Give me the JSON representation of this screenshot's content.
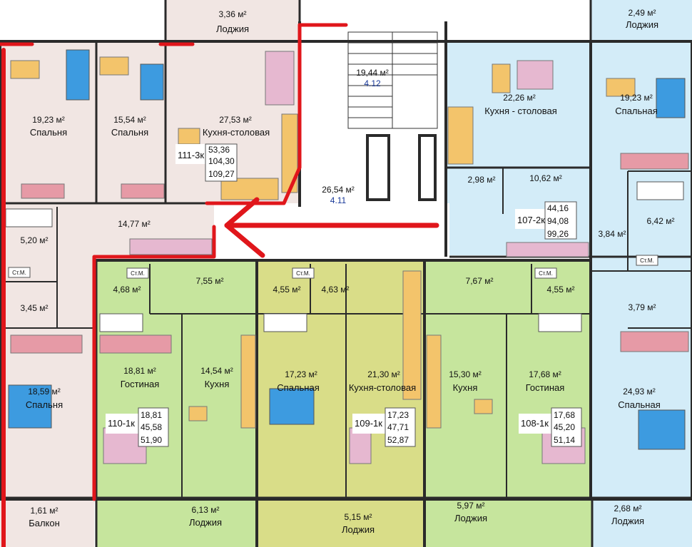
{
  "colors": {
    "beige": "#f1e6e3",
    "blue": "#d3ecf8",
    "green": "#c6e59d",
    "olive": "#d9dd88",
    "wall": "#2a2a2a",
    "route": "#e0161b"
  },
  "rooms": {
    "loggia_top_left": {
      "area": "3,36 м²",
      "name": "Лоджия"
    },
    "bed_1923_left": {
      "area": "19,23 м²",
      "name": "Спальня"
    },
    "bed_1554": {
      "area": "15,54 м²",
      "name": "Спальня"
    },
    "kitchen_2753": {
      "area": "27,53 м²",
      "name": "Кухня-столовая"
    },
    "stair_1944": {
      "area": "19,44 м²",
      "code": "4.12"
    },
    "kitchen_2226": {
      "area": "22,26 м²",
      "name": "Кухня - столовая"
    },
    "loggia_top_right": {
      "area": "2,49 м²",
      "name": "Лоджия"
    },
    "bed_1923_right": {
      "area": "19,23 м²",
      "name": "Спальная"
    },
    "bath_298": {
      "area": "2,98 м²"
    },
    "hall_1062": {
      "area": "10,62 м²"
    },
    "corridor_2654": {
      "area": "26,54 м²",
      "code": "4.11"
    },
    "hall_1477": {
      "area": "14,77 м²"
    },
    "bath_520": {
      "area": "5,20 м²"
    },
    "wc_345": {
      "area": "3,45 м²"
    },
    "bed_1859": {
      "area": "18,59 м²",
      "name": "Спальня"
    },
    "balcony_161": {
      "area": "1,61 м²",
      "name": "Балкон"
    },
    "bath_642": {
      "area": "6,42 м²"
    },
    "hall_384": {
      "area": "3,84 м²"
    },
    "wc_379": {
      "area": "3,79 м²"
    },
    "bed_2493": {
      "area": "24,93 м²",
      "name": "Спальная"
    },
    "loggia_268": {
      "area": "2,68 м²",
      "name": "Лоджия"
    },
    "bath_468": {
      "area": "4,68 м²"
    },
    "hall_755": {
      "area": "7,55 м²"
    },
    "living_1881": {
      "area": "18,81 м²",
      "name": "Гостиная"
    },
    "kitchen_1454": {
      "area": "14,54 м²",
      "name": "Кухня"
    },
    "loggia_613": {
      "area": "6,13 м²",
      "name": "Лоджия"
    },
    "bath_455a": {
      "area": "4,55 м²"
    },
    "hall_463": {
      "area": "4,63 м²"
    },
    "bed_1723": {
      "area": "17,23 м²",
      "name": "Спальная"
    },
    "kitchen_2130": {
      "area": "21,30 м²",
      "name": "Кухня-столовая"
    },
    "loggia_515": {
      "area": "5,15 м²",
      "name": "Лоджия"
    },
    "hall_767": {
      "area": "7,67 м²"
    },
    "bath_455b": {
      "area": "4,55 м²"
    },
    "kitchen_1530": {
      "area": "15,30 м²",
      "name": "Кухня"
    },
    "living_1768": {
      "area": "17,68 м²",
      "name": "Гостиная"
    },
    "loggia_597": {
      "area": "5,97 м²",
      "name": "Лоджия"
    }
  },
  "apartments": {
    "a111": {
      "label": "111-3к",
      "v1": "53,36",
      "v2": "104,30",
      "v3": "109,27"
    },
    "a107": {
      "label": "107-2к",
      "v1": "44,16",
      "v2": "94,08",
      "v3": "99,26"
    },
    "a110": {
      "label": "110-1к",
      "v1": "18,81",
      "v2": "45,58",
      "v3": "51,90"
    },
    "a109": {
      "label": "109-1к",
      "v1": "17,23",
      "v2": "47,71",
      "v3": "52,87"
    },
    "a108": {
      "label": "108-1к",
      "v1": "17,68",
      "v2": "45,20",
      "v3": "51,14"
    }
  },
  "fixtures": {
    "wc_tag": "Ст.М."
  }
}
